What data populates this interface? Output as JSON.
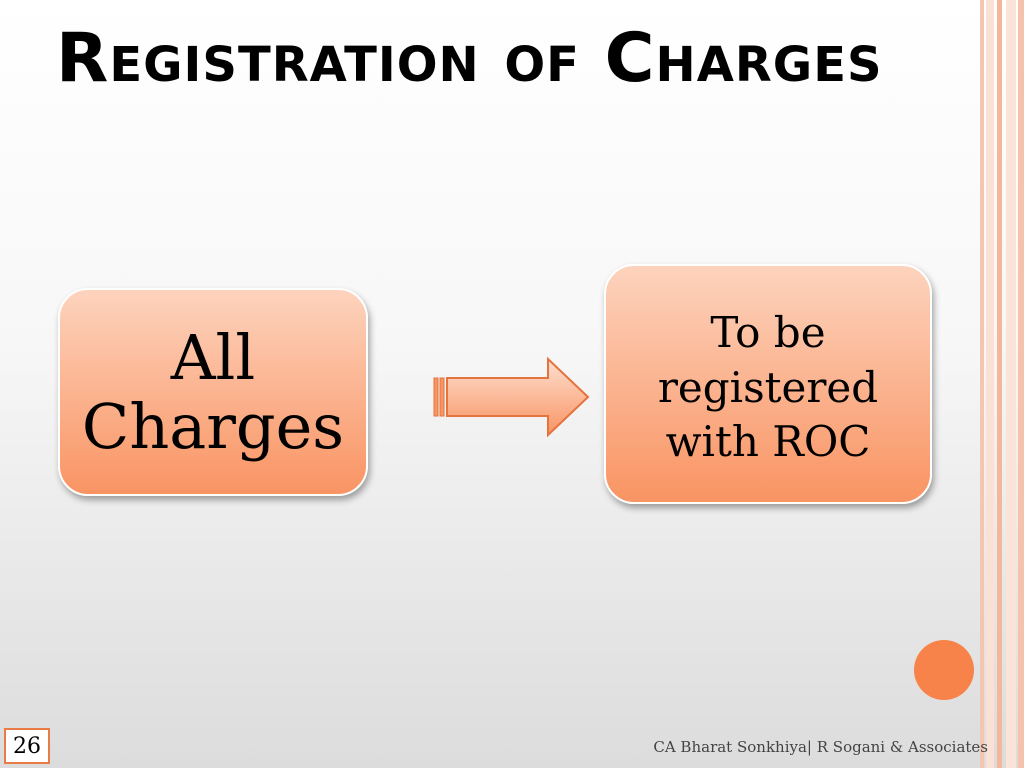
{
  "title": "Registration of Charges",
  "diagram": {
    "source_lines": [
      "All",
      "Charges"
    ],
    "target_lines": [
      "To be",
      "registered",
      "with ROC"
    ]
  },
  "footer": {
    "credit": "CA Bharat Sonkhiya| R Sogani & Associates",
    "page_number": "26"
  },
  "colors": {
    "box_top": "#fdd3bd",
    "box_bottom": "#f99463",
    "accent": "#f7834a",
    "stripe_light": "#fbd7c8",
    "stripe_mid": "#f8bca3"
  }
}
